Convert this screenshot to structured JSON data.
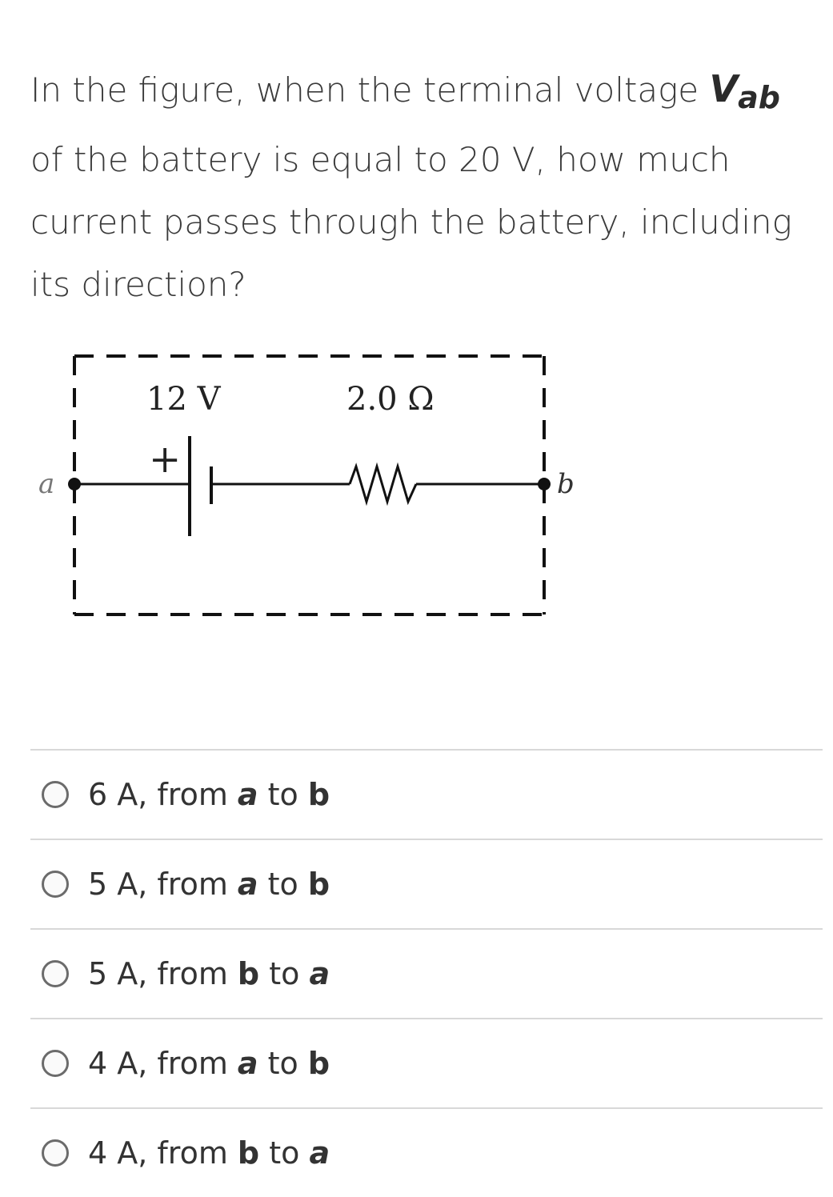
{
  "question": {
    "prefix": "In the figure, when the terminal voltage ",
    "v_main": "V",
    "v_sub": "ab",
    "suffix": " of the battery is equal to 20 V, how much current passes through the battery, including its direction?"
  },
  "figure": {
    "battery_label": "12 V",
    "plus_sign": "+",
    "resistor_label": "2.0 Ω",
    "node_a": "a",
    "node_b": "b"
  },
  "options": [
    {
      "amount": "6 A, from ",
      "first": "a",
      "mid": " to ",
      "second": "b"
    },
    {
      "amount": "5 A, from ",
      "first": "a",
      "mid": " to ",
      "second": "b"
    },
    {
      "amount": "5 A, from ",
      "first": "b",
      "mid": " to ",
      "second": "a"
    },
    {
      "amount": "4 A, from ",
      "first": "a",
      "mid": " to ",
      "second": "b"
    },
    {
      "amount": "4 A, from ",
      "first": "b",
      "mid": " to ",
      "second": "a"
    }
  ],
  "colors": {
    "text": "#3a3a3a",
    "divider": "#d8d8d8",
    "radio_border": "#6b6b6b"
  }
}
